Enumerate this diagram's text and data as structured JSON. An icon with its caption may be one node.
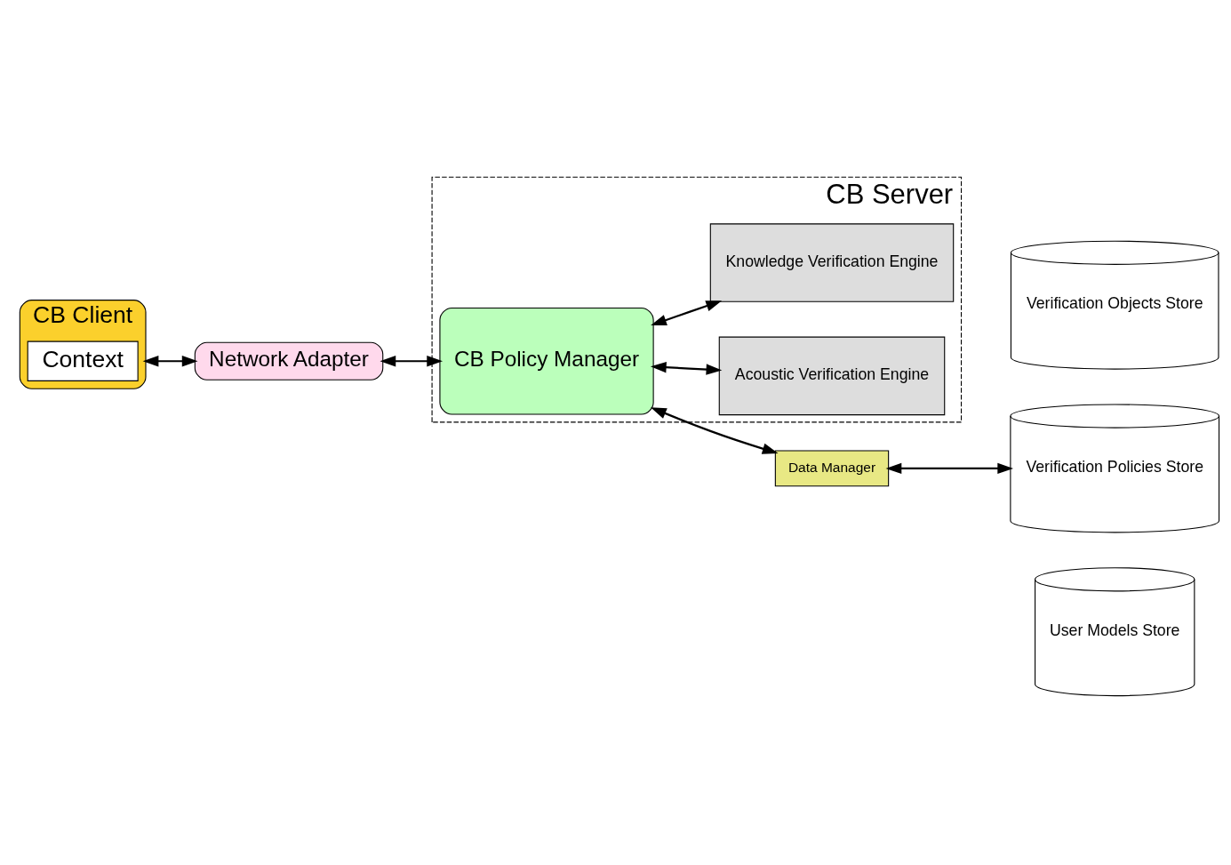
{
  "diagram": {
    "nodes": [
      {
        "text": [
          "CB Server"
        ]
      },
      {
        "text": [
          "CB Client"
        ]
      },
      {
        "text": [
          "Context"
        ],
        "in": 1
      },
      {
        "text": [
          "Network Adapter"
        ]
      },
      {
        "text": [
          "CB Policy Manager"
        ],
        "in": 0
      },
      {
        "text": [
          "Acoustic Verification Engine"
        ],
        "in": 0
      },
      {
        "text": [
          "Knowledge Verification Engine"
        ],
        "in": 0
      },
      {
        "text": [
          "Data Manager"
        ]
      },
      {
        "text": [
          "Verification Objects Store"
        ]
      },
      {
        "text": [
          "Verification Policies Store"
        ]
      },
      {
        "text": [
          "User Models Store"
        ]
      }
    ],
    "edges": [
      {
        "from": 1,
        "to": 3,
        "arrow": "both"
      },
      {
        "from": 3,
        "to": 4,
        "arrow": "both"
      },
      {
        "from": 4,
        "to": 5,
        "arrow": "both"
      },
      {
        "from": 4,
        "to": 6,
        "arrow": "both"
      },
      {
        "from": 4,
        "to": 7,
        "arrow": "both"
      },
      {
        "from": 7,
        "to": 9,
        "arrow": "both"
      }
    ]
  }
}
